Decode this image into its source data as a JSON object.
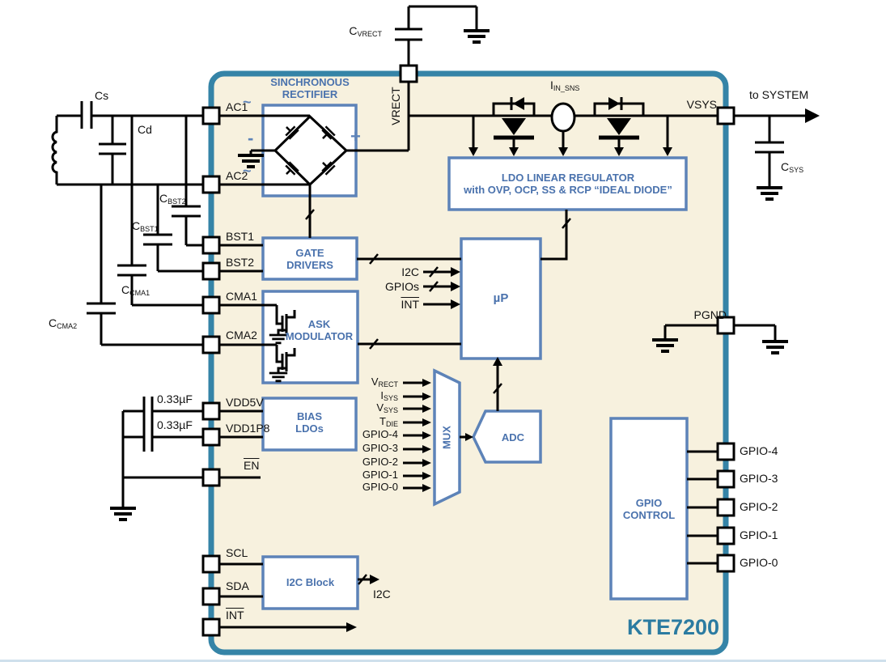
{
  "colors": {
    "chip_fill": "#f7f1de",
    "chip_border": "#3584a7",
    "block_border": "#5d83b8",
    "block_text": "#4a72ad",
    "brand_text": "#2b7ba1",
    "wire": "#000000"
  },
  "chip": {
    "part_number": "KTE7200"
  },
  "pins": {
    "ac1": "AC1",
    "ac2": "AC2",
    "bst1": "BST1",
    "bst2": "BST2",
    "cma1": "CMA1",
    "cma2": "CMA2",
    "vdd5v": "VDD5V",
    "vdd1p8": "VDD1P8",
    "en": "EN",
    "scl": "SCL",
    "sda": "SDA",
    "int": "INT",
    "vrect": "VRECT",
    "vsys": "VSYS",
    "pgnd": "PGND",
    "gpio4": "GPIO-4",
    "gpio3": "GPIO-3",
    "gpio2": "GPIO-2",
    "gpio1": "GPIO-1",
    "gpio0": "GPIO-0"
  },
  "blocks": {
    "rectifier_line1": "SINCHRONOUS",
    "rectifier_line2": "RECTIFIER",
    "minus": "-",
    "plus": "+",
    "tilde": "~",
    "gate_line1": "GATE",
    "gate_line2": "DRIVERS",
    "ask_line1": "ASK",
    "ask_line2": "MODULATOR",
    "bias_line1": "BIAS",
    "bias_line2": "LDOs",
    "i2c_block": "I2C Block",
    "ldo_line1": "LDO LINEAR REGULATOR",
    "ldo_line2": "with OVP, OCP, SS & RCP “IDEAL DIODE”",
    "up": "µP",
    "mux": "MUX",
    "adc": "ADC",
    "gpio_line1": "GPIO",
    "gpio_line2": "CONTROL"
  },
  "external": {
    "cs": "Cs",
    "cd": "Cd",
    "cvrect_main": "C",
    "cvrect_sub": "VRECT",
    "csys_main": "C",
    "csys_sub": "SYS",
    "cbst1_main": "C",
    "cbst1_sub": "BST1",
    "cbst2_main": "C",
    "cbst2_sub": "BST2",
    "ccma1_main": "C",
    "ccma1_sub": "CMA1",
    "ccma2_main": "C",
    "ccma2_sub": "CMA2",
    "cap_vdd5v": "0.33µF",
    "cap_vdd1p8": "0.33µF",
    "to_system": "to SYSTEM"
  },
  "signals": {
    "iin_main": "I",
    "iin_sub": "IN_SNS",
    "i2c_in": "I2C",
    "gpios_in": "GPIOs",
    "int_in": "INT",
    "i2c_out": "I2C",
    "mux_in": [
      {
        "main": "V",
        "sub": "RECT"
      },
      {
        "main": "I",
        "sub": "SYS"
      },
      {
        "main": "V",
        "sub": "SYS"
      },
      {
        "main": "T",
        "sub": "DIE"
      },
      {
        "main": "GPIO-4",
        "sub": ""
      },
      {
        "main": "GPIO-3",
        "sub": ""
      },
      {
        "main": "GPIO-2",
        "sub": ""
      },
      {
        "main": "GPIO-1",
        "sub": ""
      },
      {
        "main": "GPIO-0",
        "sub": ""
      }
    ]
  }
}
